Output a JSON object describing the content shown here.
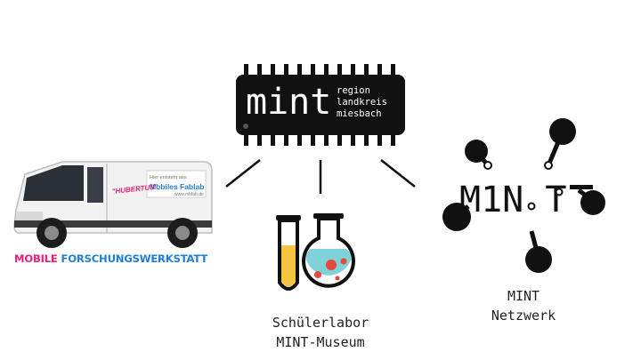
{
  "chip": {
    "brand": "mint",
    "sub_lines": [
      "region",
      "landkreis",
      "miesbach"
    ]
  },
  "van": {
    "caption_a": "MOBILE",
    "caption_b": "FORSCHUNGSWERKSTATT",
    "banner_small": "Hier entsteht aus",
    "banner_title": "Mobiles Fablab",
    "banner_url": "www.mbfab.de",
    "name_tag": "\"HUBERTUS\""
  },
  "labor": {
    "lines": [
      "Schülerlabor",
      "MINT-Museum"
    ]
  },
  "network": {
    "logo_text": "M1N T",
    "lines": [
      "MINT",
      "Netzwerk"
    ]
  },
  "colors": {
    "chip": "#111111",
    "accent_pink": "#e6217a",
    "accent_blue": "#1f7fd6",
    "tube_liquid": "#f3c43e",
    "flask_liquid": "#7fd3d8",
    "bubbles": "#e8473c"
  }
}
